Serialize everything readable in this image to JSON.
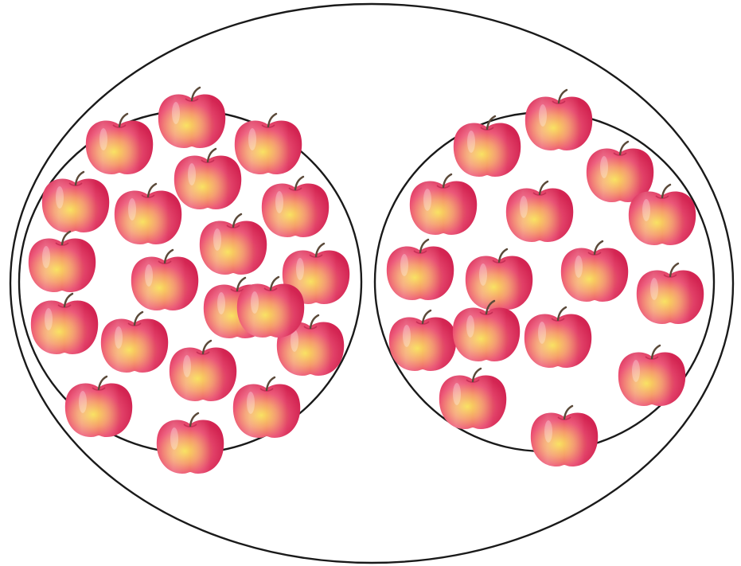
{
  "groups": [
    {
      "name": "left-set",
      "count": 20
    },
    {
      "name": "right-set",
      "count": 16
    }
  ],
  "object_icon": "apple-icon",
  "colors": {
    "outline": "#1a1a1a",
    "apple_red": "#e8365f",
    "apple_pink": "#f46b8e",
    "apple_yellow": "#f7d54a",
    "stem": "#5b4a3a",
    "background": "#ffffff"
  }
}
